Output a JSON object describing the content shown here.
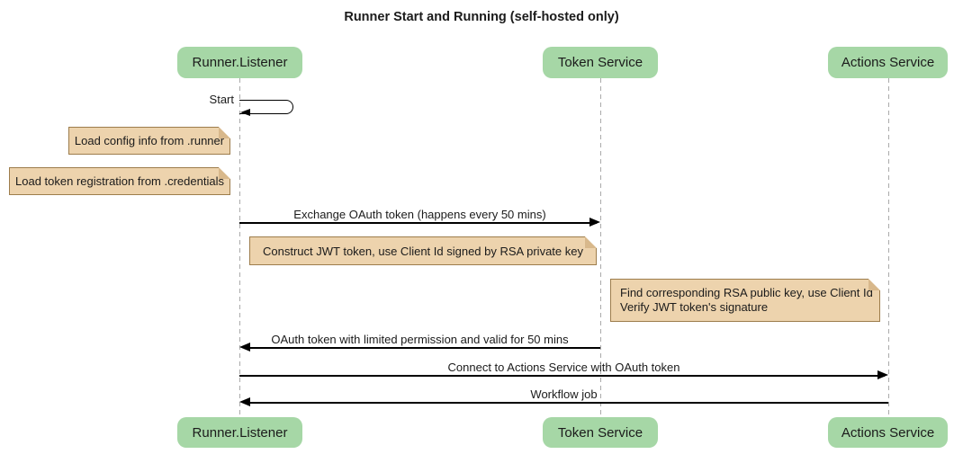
{
  "title": "Runner Start and Running (self-hosted only)",
  "participants": [
    {
      "name": "Runner.Listener"
    },
    {
      "name": "Token Service"
    },
    {
      "name": "Actions Service"
    }
  ],
  "messages": {
    "self_start": {
      "label": "Start",
      "from": "Runner.Listener",
      "to": "Runner.Listener"
    },
    "exchange": {
      "label": "Exchange OAuth token (happens every 50 mins)",
      "from": "Runner.Listener",
      "to": "Token Service"
    },
    "oauth_return": {
      "label": "OAuth token with limited permission and valid for 50 mins",
      "from": "Token Service",
      "to": "Runner.Listener"
    },
    "connect": {
      "label": "Connect to Actions Service with OAuth token",
      "from": "Runner.Listener",
      "to": "Actions Service"
    },
    "workflow": {
      "label": "Workflow job",
      "from": "Actions Service",
      "to": "Runner.Listener"
    }
  },
  "notes": {
    "config": {
      "text": "Load config info from .runner"
    },
    "credentials": {
      "text": "Load token registration from .credentials"
    },
    "jwt": {
      "text": "Construct JWT token, use Client Id signed by RSA private key"
    },
    "verify": {
      "lines": [
        "Find corresponding RSA public key, use Client Id",
        "Verify JWT token's signature"
      ]
    }
  },
  "colors": {
    "participant_fill": "#a6d7a6",
    "note_fill": "#edd3ad",
    "note_border": "#9d7d4c",
    "note_fold": "#d8b88b",
    "lifeline": "#aaaaaa",
    "arrow": "#000000",
    "background": "#ffffff"
  }
}
